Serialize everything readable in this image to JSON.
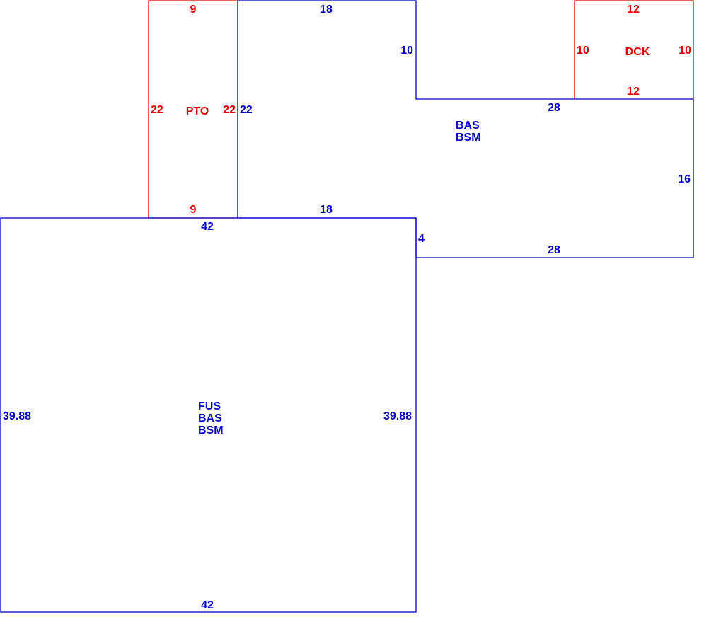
{
  "colors": {
    "main": "#0000c8",
    "addition": "#dd0000",
    "background": "#ffffff"
  },
  "areas": {
    "pto": {
      "name": "PTO",
      "top": "9",
      "bottom": "9",
      "left": "22",
      "right": "22"
    },
    "upper_bas": {
      "labels": [
        "BAS",
        "BSM"
      ],
      "top_left": "18",
      "right_upper": "10",
      "mid_step": "28",
      "right": "16",
      "bottom_right": "28",
      "step_down": "4",
      "left": "22",
      "bottom_left": "18"
    },
    "dck": {
      "name": "DCK",
      "top": "12",
      "bottom": "12",
      "left": "10",
      "right": "10"
    },
    "fus": {
      "labels": [
        "FUS",
        "BAS",
        "BSM"
      ],
      "top": "42",
      "bottom": "42",
      "left": "39.88",
      "right": "39.88"
    }
  }
}
